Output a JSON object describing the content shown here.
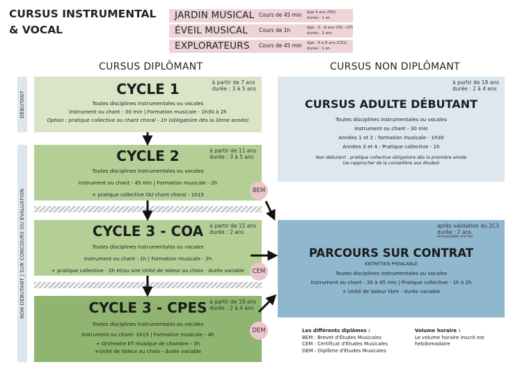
{
  "header": {
    "title_line1": "CURSUS INSTRUMENTAL",
    "title_line2": "& VOCAL"
  },
  "intro": [
    {
      "name": "JARDIN MUSICAL",
      "duration": "Cours de 45 min",
      "age1": "âge 4 ans (MS)",
      "age2": "durée : 1 an"
    },
    {
      "name": "ÉVEIL MUSICAL",
      "duration": "Cours de 1h",
      "age1": "âge : 5 - 6 ans (GS - CP)",
      "age2": "durée : 2 ans"
    },
    {
      "name": "EXPLORATEURS",
      "duration": "Cours de 45 min",
      "age1": "âge : 6 à 8 ans (CE1)",
      "age2": "durée : 1 an"
    }
  ],
  "columns": {
    "left": "CURSUS DIPLÔMANT",
    "right": "CURSUS NON DIPLÔMANT"
  },
  "side_labels": {
    "top": "DÉBUTANT",
    "bottom": "NON DÉBUTANT | SUR CONCOURS OU ÉVALUATION"
  },
  "cycles": [
    {
      "name": "CYCLE 1",
      "meta1": "à partir de 7 ans",
      "meta2": "durée : 3 à 5 ans",
      "lines": [
        "Toutes disciplines instrumentales ou vocales",
        "Instrument ou chant - 30 min  | Formation musicale  - 1h30 à 2h",
        "Option : pratique collective ou chant choral - 1h (obligatoire dès la 3ème année)"
      ]
    },
    {
      "name": "CYCLE 2",
      "meta1": "à partir de 11 ans",
      "meta2": "durée : 3 à 5 ans",
      "lines": [
        "Toutes disciplines instrumentales ou vocales",
        "Instrument ou chant - 45 min | Formation musicale - 2h",
        "+ pratique collective OU chant choral - 1h15"
      ]
    },
    {
      "name": "CYCLE 3 - COA",
      "meta1": "à partir de 15 ans",
      "meta2": "durée : 2 ans",
      "lines": [
        "Toutes disciplines instrumentales ou vocales",
        "Instrument ou chant - 1h | Formation musicale - 2h",
        "+ pratique collective - 2h et/ou une Unité de Valeur au choix - durée variable"
      ]
    },
    {
      "name": "CYCLE 3 - CPES",
      "meta1": "à partir de 18 ans",
      "meta2": "durée : 2 à 4 ans",
      "lines": [
        "Toutes disciplines instrumentales ou vocales",
        "Instrument ou chant- 1h15 | Formation musicale - 4h",
        "+ Orchestre ET musique de chambre - 3h",
        "+Unité de Valeur au choix - durée variable"
      ]
    }
  ],
  "adulte": {
    "name": "CURSUS ADULTE DÉBUTANT",
    "meta1": "à partir de 18 ans",
    "meta2": "durée : 2 à 4 ans",
    "lines": [
      "Toutes disciplines instrumentales ou vocales",
      "Instrument ou chant - 30 min",
      "Années 1 et 2 : formation musicale - 1h30",
      "Années 3 et 4 : Pratique collective - 1h"
    ],
    "note1": "Non débutant : pratique collective obligatoire dès la première année",
    "note2": "(se rapprocher de la conseillère aux études)"
  },
  "contrat": {
    "name": "PARCOURS SUR CONTRAT",
    "subtitle": "ENTRETIEN PRÉALABLE",
    "meta1": "après validation du 2C3",
    "meta2": "durée : 2 ans",
    "meta3": "renouvelable une fois",
    "lines": [
      "Toutes disciplines instrumentales ou vocales",
      "Instrument ou chant - 30 à 45 min | Pratique collective - 1h à 2h",
      "+ Unité de Valeur libre - durée variable"
    ]
  },
  "badges": {
    "bem": "BEM",
    "cem": "CEM",
    "dem": "DEM"
  },
  "legend": {
    "diplomas_title": "Les différents diplômes :",
    "diplomas": [
      "BEM : Brevet d'Études Musicales",
      "CEM : Certificat d'Études Musicales",
      "DEM : Diplôme d'Études Musicales"
    ],
    "volume_title": "Volume horaire :",
    "volume_line1": "Le volume horaire inscrit est",
    "volume_line2": "hebdomadaire"
  },
  "colors": {
    "green_light": "#dae5c7",
    "green_mid": "#b4cf95",
    "green_dark": "#8fb570",
    "blue_light": "#dce7ef",
    "blue_mid": "#8fb8cf",
    "pink": "#ecd4d7"
  }
}
